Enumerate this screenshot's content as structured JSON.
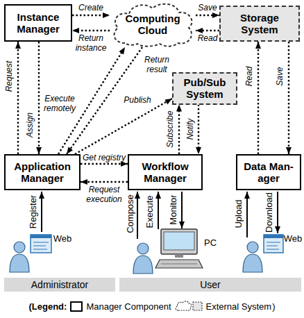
{
  "diagram": {
    "nodes": [
      {
        "text": [
          "Instance Manager"
        ]
      },
      {
        "text": [
          "Computing Cloud"
        ]
      },
      {
        "text": [
          "Storage System"
        ]
      },
      {
        "text": [
          "Pub/Sub System"
        ]
      },
      {
        "text": [
          "Application Manager"
        ]
      },
      {
        "text": [
          "Workflow Manager"
        ]
      },
      {
        "text": [
          "Data Man- ager"
        ]
      },
      {
        "text": [
          "Administrator"
        ]
      },
      {
        "text": [
          "User"
        ]
      }
    ],
    "edges": [
      {
        "from": 0,
        "to": 1,
        "label": "Create",
        "arrow": "to"
      },
      {
        "from": 1,
        "to": 0,
        "label": "Return instance",
        "arrow": "to"
      },
      {
        "from": 1,
        "to": 2,
        "label": "Save",
        "arrow": "to"
      },
      {
        "from": 2,
        "to": 1,
        "label": "Read",
        "arrow": "to"
      },
      {
        "from": 4,
        "to": 0,
        "label": "Request",
        "arrow": "to"
      },
      {
        "from": 0,
        "to": 4,
        "label": "Assign",
        "arrow": "to"
      },
      {
        "from": 4,
        "to": 1,
        "label": "Execute remotely",
        "arrow": "to"
      },
      {
        "from": 1,
        "to": 4,
        "label": "Return result",
        "arrow": "to"
      },
      {
        "from": 4,
        "to": 3,
        "label": "Publish",
        "arrow": "to"
      },
      {
        "from": 5,
        "to": 3,
        "label": "Subscribe",
        "arrow": "to"
      },
      {
        "from": 3,
        "to": 5,
        "label": "Notify",
        "arrow": "to"
      },
      {
        "from": 4,
        "to": 5,
        "label": "Get registry",
        "arrow": "to"
      },
      {
        "from": 5,
        "to": 4,
        "label": "Request execution",
        "arrow": "to"
      },
      {
        "from": 6,
        "to": 2,
        "label": "Read",
        "arrow": "to"
      },
      {
        "from": 2,
        "to": 6,
        "label": "Save",
        "arrow": "to"
      }
    ],
    "labels": [
      "Web",
      "Register",
      "Compose",
      "Execute",
      "Monitor",
      "PC",
      "Upload",
      "Download",
      "Web",
      "(Legend:",
      ")"
    ],
    "legend": [
      {
        "text": "Manager Component"
      },
      {
        "text": "External System"
      }
    ]
  }
}
